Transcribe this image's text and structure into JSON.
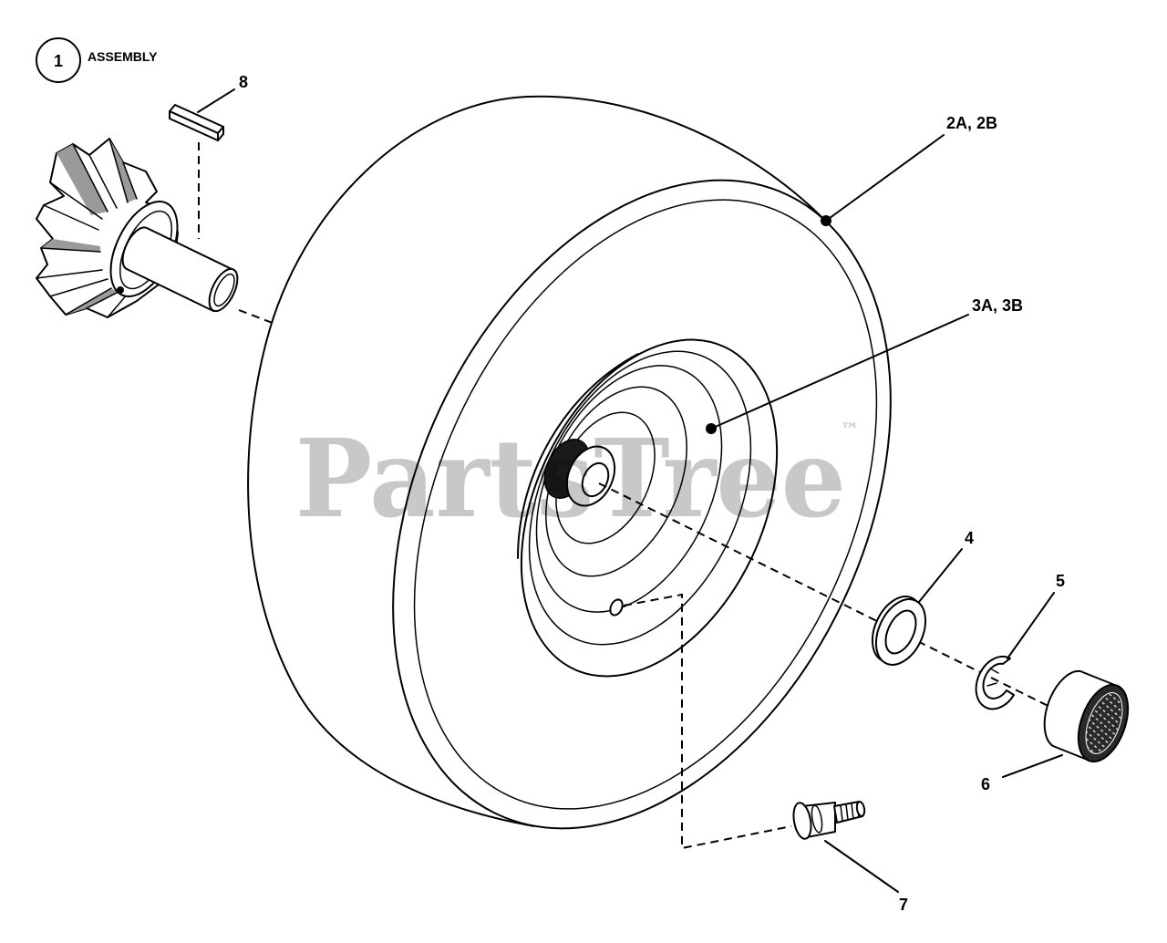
{
  "assembly": {
    "number": "1",
    "label": "ASSEMBLY"
  },
  "callouts": [
    {
      "label": "8"
    },
    {
      "label": "2A, 2B"
    },
    {
      "label": "3A, 3B"
    },
    {
      "label": "4"
    },
    {
      "label": "5"
    },
    {
      "label": "6"
    },
    {
      "label": "7"
    }
  ],
  "watermark": {
    "text": "PartsTree",
    "mark": "™"
  },
  "colors": {
    "line": "#000000",
    "watermark": "#c8c8c8",
    "background": "#ffffff"
  }
}
